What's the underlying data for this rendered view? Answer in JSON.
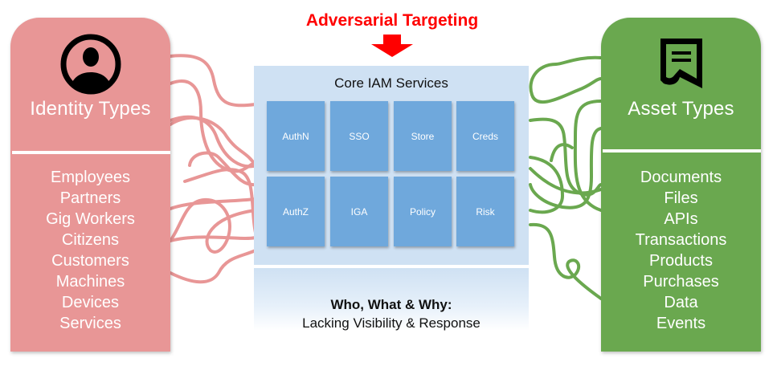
{
  "header": {
    "title": "Adversarial Targeting",
    "arrow_icon": "down-arrow-icon",
    "title_color": "#ff0000"
  },
  "identity_panel": {
    "icon": "person-avatar-icon",
    "title": "Identity Types",
    "color": "#e89696",
    "items": [
      "Employees",
      "Partners",
      "Gig Workers",
      "Citizens",
      "Customers",
      "Machines",
      "Devices",
      "Services"
    ]
  },
  "asset_panel": {
    "icon": "document-icon",
    "title": "Asset Types",
    "color": "#6aa84f",
    "items": [
      "Documents",
      "Files",
      "APIs",
      "Transactions",
      "Products",
      "Purchases",
      "Data",
      "Events"
    ]
  },
  "core": {
    "title": "Core IAM Services",
    "color": "#cfe1f3",
    "tile_color": "#6fa8dc",
    "services": [
      "AuthN",
      "SSO",
      "Store",
      "Creds",
      "AuthZ",
      "IGA",
      "Policy",
      "Risk"
    ]
  },
  "footer": {
    "heading": "Who, What & Why:",
    "subheading": "Lacking Visibility & Response"
  }
}
